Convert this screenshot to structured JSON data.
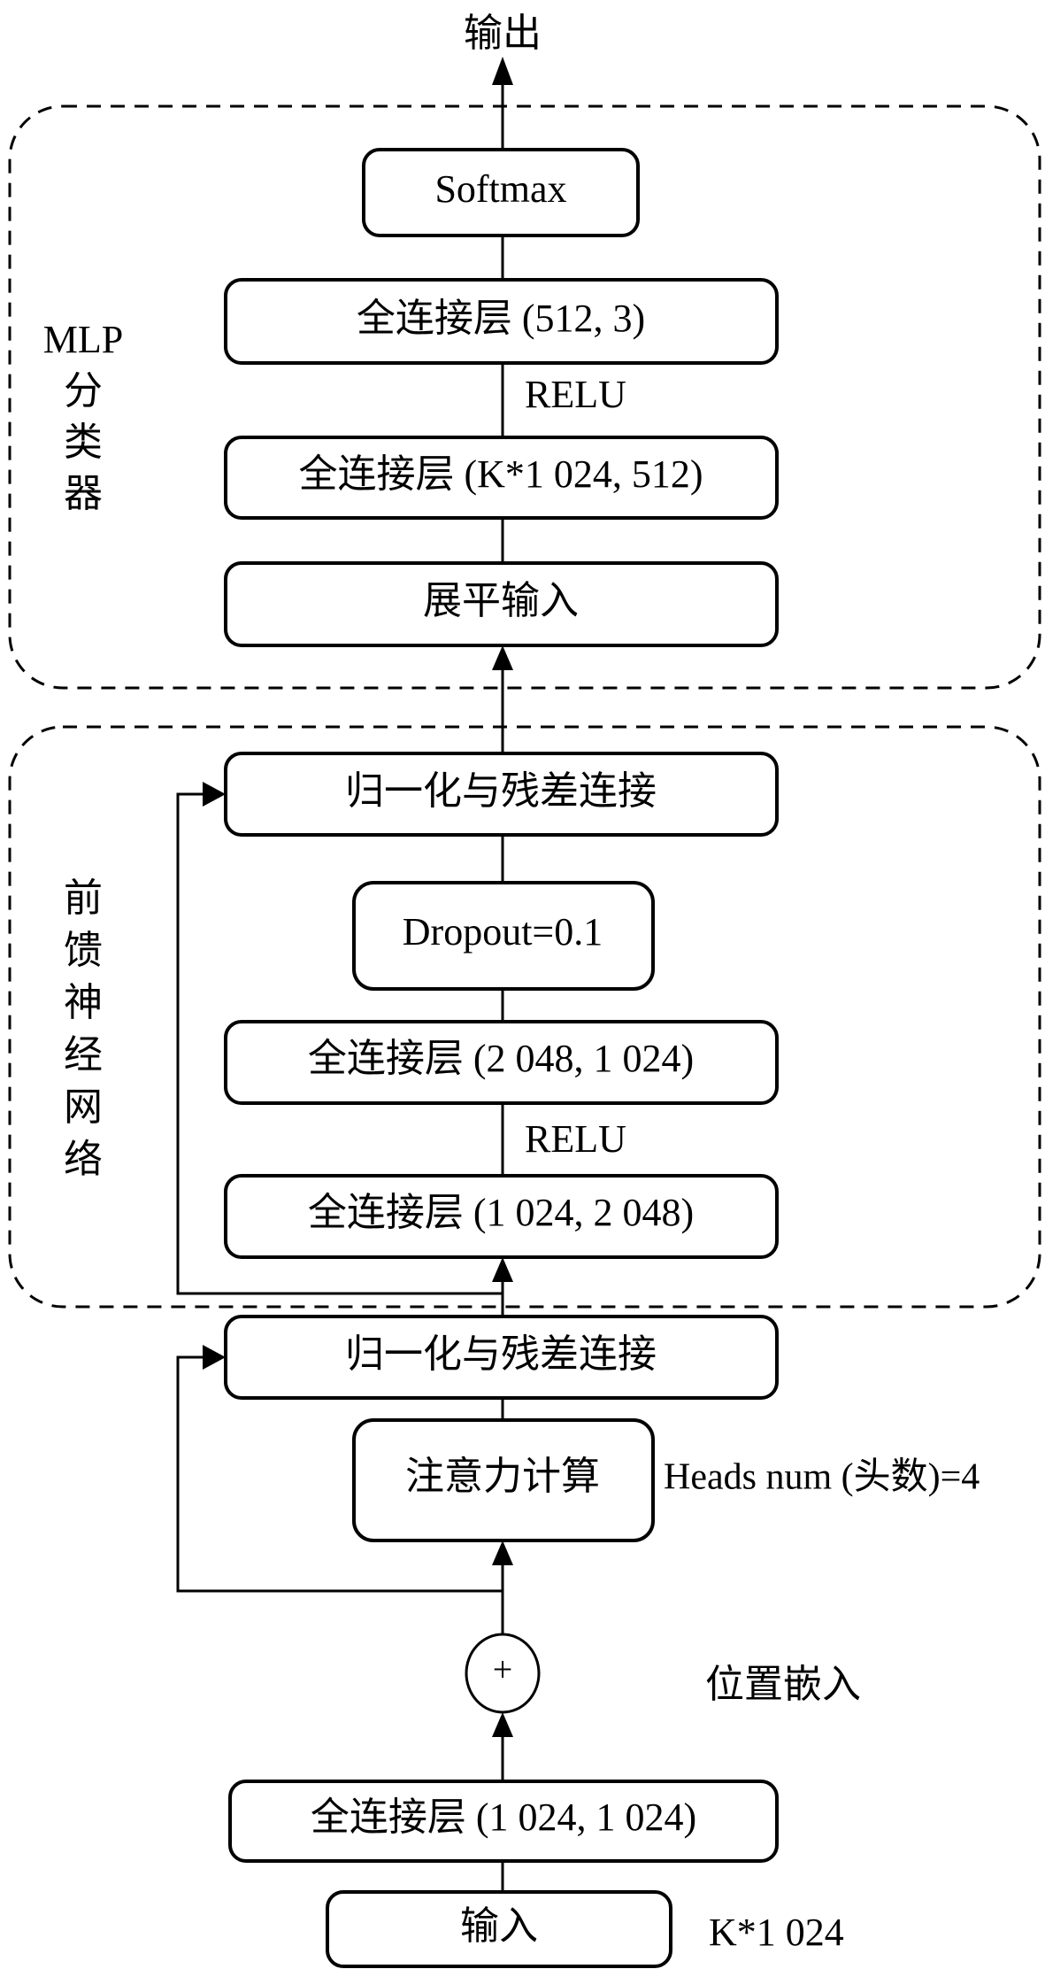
{
  "output_label": "输出",
  "mlp_group": {
    "label_lines": [
      "MLP",
      "分",
      "类",
      "器"
    ],
    "nodes": {
      "softmax": "Softmax",
      "fc_512_3": "全连接层 (512, 3)",
      "fc_k1024_512": "全连接层 (K*1 024, 512)",
      "flatten": "展平输入"
    },
    "activation": "RELU"
  },
  "ffn_group": {
    "label_lines": [
      "前",
      "馈",
      "神",
      "经",
      "网",
      "络"
    ],
    "nodes": {
      "norm_residual": "归一化与残差连接",
      "dropout": "Dropout=0.1",
      "fc_2048_1024": "全连接层 (2 048, 1 024)",
      "fc_1024_2048": "全连接层 (1 024, 2 048)"
    },
    "activation": "RELU"
  },
  "attention_block": {
    "norm_residual": "归一化与残差连接",
    "attention": "注意力计算",
    "heads_annotation": "Heads num (头数)=4"
  },
  "embedding": {
    "plus_symbol": "+",
    "positional_label": "位置嵌入",
    "fc_1024_1024": "全连接层 (1 024, 1 024)"
  },
  "input": {
    "label": "输入",
    "shape": "K*1 024"
  }
}
